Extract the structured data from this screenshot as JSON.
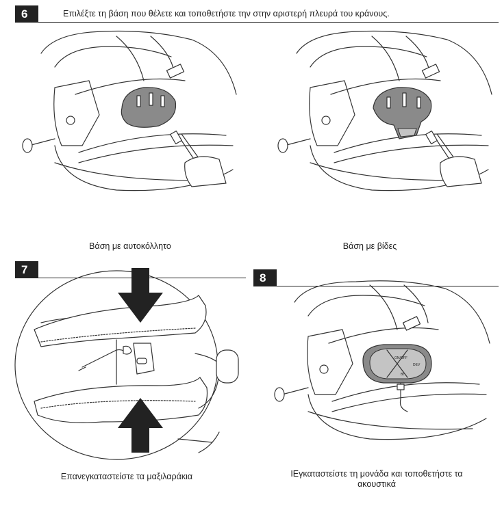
{
  "step6": {
    "number": "6",
    "instruction": "Επιλέξτε τη βάση που θέλετε και τοποθετήστε την στην αριστερή πλευρά του κράνους.",
    "caption_left": "Βάση με αυτοκόλλητο",
    "caption_right": "Βάση με βίδες"
  },
  "step7": {
    "number": "7",
    "caption": "Επανεγκαταστείστε τα μαξιλαράκια"
  },
  "step8": {
    "number": "8",
    "caption_line1": "IΕγκαταστείστε τη μονάδα και τοποθετήστε τα",
    "caption_line2": "ακουστικά",
    "device_labels": [
      "ON/OFF",
      "DEV",
      "Bt"
    ]
  },
  "colors": {
    "badge": "#222222",
    "mount_grey": "#8a8a8a",
    "arrow": "#222222"
  }
}
